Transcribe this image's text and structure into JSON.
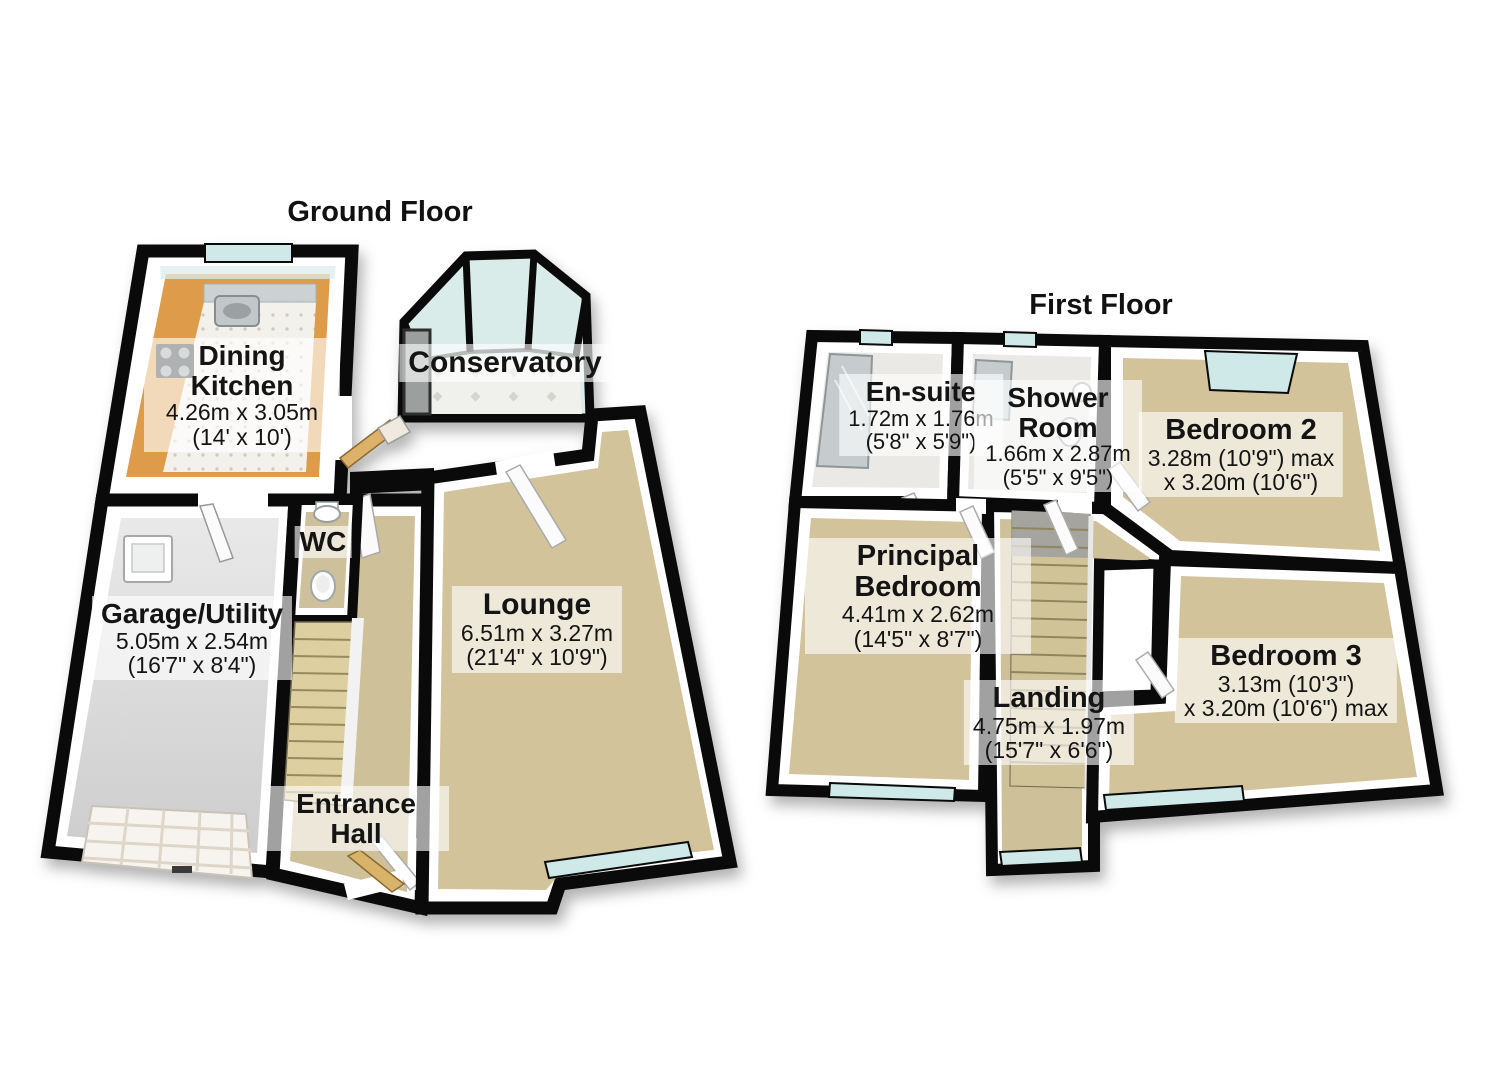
{
  "document": {
    "kind": "3d-floorplan",
    "background": "#ffffff"
  },
  "colors": {
    "wall": "#0a0a0a",
    "inner_wall": "#ffffff",
    "carpet": "#d2c39a",
    "landing_carpet": "#cec19a",
    "kitchen_wood": "#de9b4a",
    "kitchen_tile": "#f3f1ec",
    "garage_floor": "#d9d9d9",
    "window_glass": "#cfe8e8",
    "conservatory_glass": "#d9ecea",
    "label_background": "rgba(255,255,255,0.62)",
    "label_text": "#141414"
  },
  "floors": [
    {
      "title": "Ground Floor",
      "rooms": [
        {
          "name": "Dining Kitchen",
          "dims": [
            "4.26m x 3.05m",
            "(14' x 10')"
          ]
        },
        {
          "name": "Conservatory",
          "dims": []
        },
        {
          "name": "WC",
          "dims": []
        },
        {
          "name": "Garage/Utility",
          "dims": [
            "5.05m x 2.54m",
            "(16'7\" x 8'4\")"
          ]
        },
        {
          "name": "Lounge",
          "dims": [
            "6.51m x 3.27m",
            "(21'4\" x 10'9\")"
          ]
        },
        {
          "name": "Entrance Hall",
          "dims": []
        }
      ]
    },
    {
      "title": "First Floor",
      "rooms": [
        {
          "name": "En-suite",
          "dims": [
            "1.72m x 1.76m",
            "(5'8\" x 5'9\")"
          ]
        },
        {
          "name": "Shower Room",
          "dims": [
            "1.66m x 2.87m",
            "(5'5\" x 9'5\")"
          ]
        },
        {
          "name": "Bedroom 2",
          "dims": [
            "3.28m (10'9\") max",
            "x 3.20m (10'6\")"
          ]
        },
        {
          "name": "Principal Bedroom",
          "dims": [
            "4.41m x 2.62m",
            "(14'5\" x 8'7\")"
          ]
        },
        {
          "name": "Landing",
          "dims": [
            "4.75m x 1.97m",
            "(15'7\" x 6'6\")"
          ]
        },
        {
          "name": "Bedroom 3",
          "dims": [
            "3.13m (10'3\")",
            "x 3.20m (10'6\") max"
          ]
        }
      ]
    }
  ]
}
